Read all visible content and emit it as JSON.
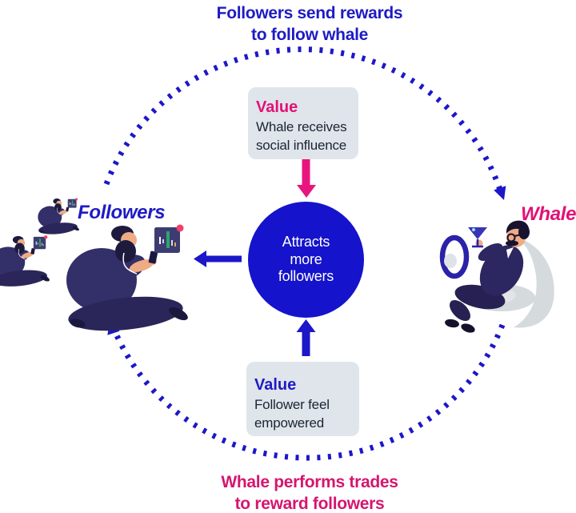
{
  "diagram": {
    "type": "circular-feedback-loop",
    "top_caption": {
      "line1": "Followers send rewards",
      "line2": "to follow whale"
    },
    "bottom_caption": {
      "line1": "Whale performs trades",
      "line2": "to reward followers"
    },
    "actors": {
      "followers": {
        "label": "Followers"
      },
      "whale": {
        "label": "Whale"
      }
    },
    "center_circle": {
      "line1": "Attracts",
      "line2": "more",
      "line3": "followers"
    },
    "value_boxes": {
      "top": {
        "title": "Value",
        "line1": "Whale receives",
        "line2": "social influence"
      },
      "bottom": {
        "title": "Value",
        "line1": "Follower feel",
        "line2": "empowered"
      }
    }
  },
  "colors": {
    "blue": "#1C17C9",
    "blue_text": "#1E1BC4",
    "pink": "#E21077",
    "pink_deep": "#D6156F",
    "circle_fill": "#1513CB",
    "value_box_background": "#DFE5EA",
    "dark_text": "#1B2433",
    "illustration_navy": "#332F68",
    "seat_gray": "#D5DADD",
    "notification_dot": "#F23F6A",
    "chart_green": "#2EA56A"
  },
  "icons": {
    "followers_illustration": "three-people-with-trading-charts",
    "whale_illustration": "man-reclining-in-airplane-seat-with-cocktail",
    "chart_panel": "candlestick-chart-panel",
    "notification_dot": "red-notification-dot",
    "airplane_window": "airplane-window",
    "cocktail_glass": "martini-glass",
    "loop_arrows": "dashed-clockwise-circle-arrows"
  }
}
